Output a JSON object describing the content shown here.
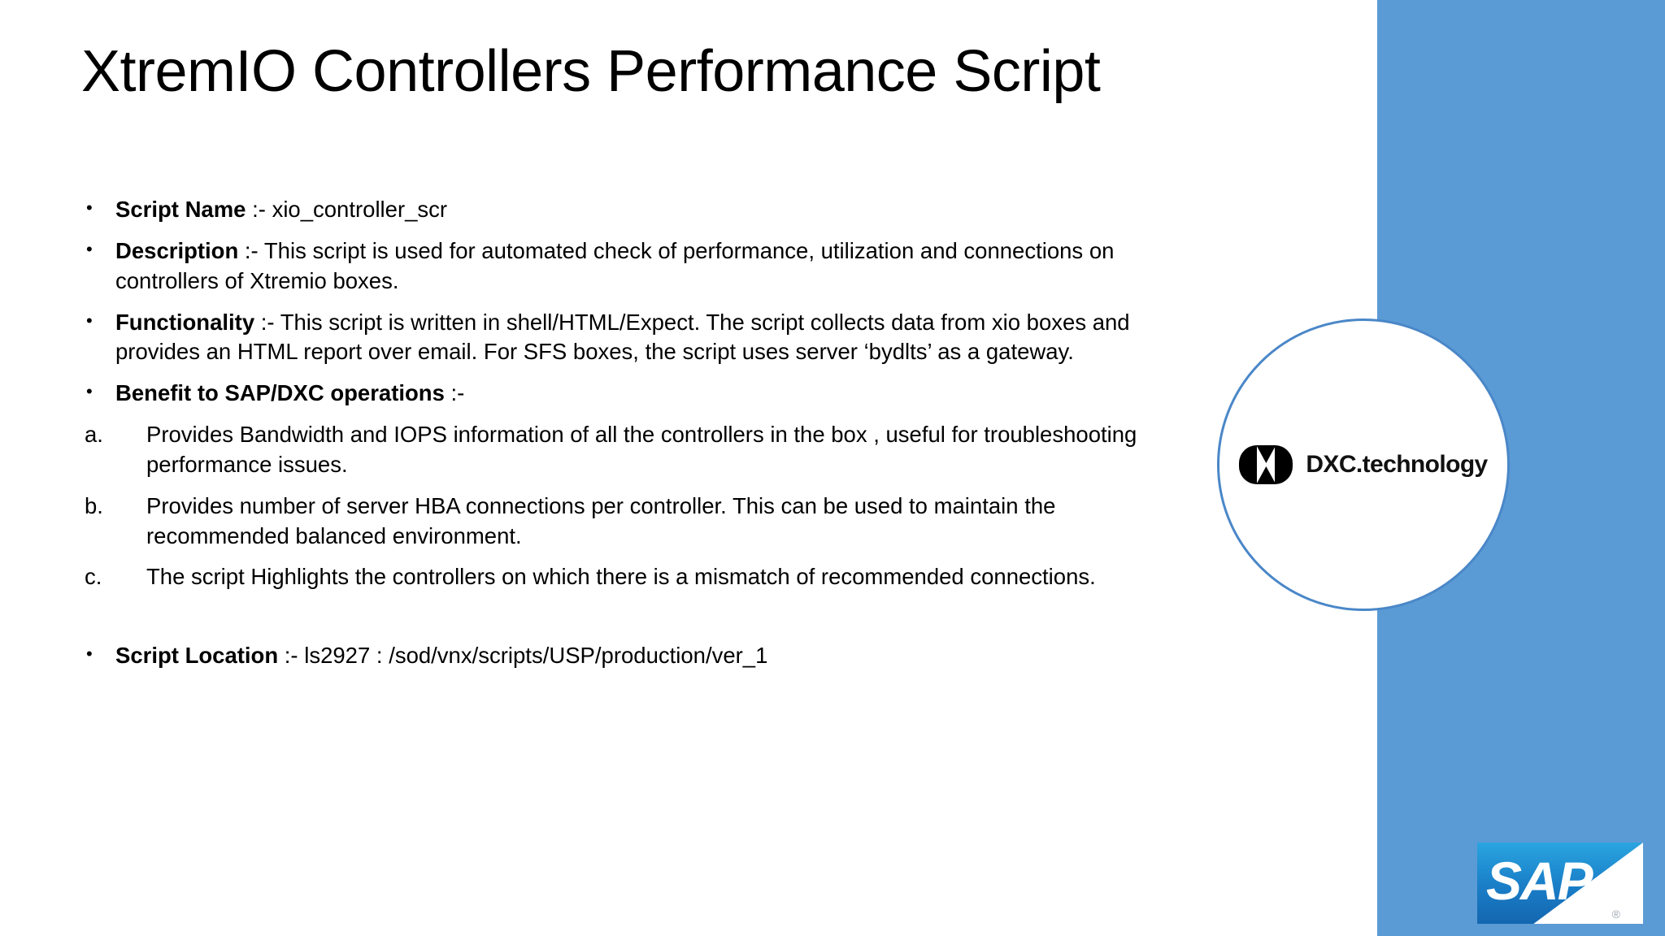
{
  "slide": {
    "title": "XtremIO Controllers Performance Script",
    "accent_color": "#5b9bd5",
    "background_color": "#ffffff"
  },
  "content": {
    "bullets": [
      {
        "marker": "•",
        "label": "Script Name",
        "text": " :- xio_controller_scr"
      },
      {
        "marker": "•",
        "label": "Description",
        "text": " :- This script is used for automated check of performance, utilization and connections on controllers of Xtremio boxes."
      },
      {
        "marker": "•",
        "label": "Functionality",
        "text": " :- This script is written in shell/HTML/Expect. The script collects data from xio boxes and provides an HTML report over email. For SFS boxes, the script uses server ‘bydlts’ as a gateway."
      },
      {
        "marker": "•",
        "label": "Benefit to SAP/DXC operations",
        "text": " :-"
      }
    ],
    "alpha_items": [
      {
        "marker": "a.",
        "text": "Provides Bandwidth and IOPS information of all the controllers in the box , useful for troubleshooting performance issues."
      },
      {
        "marker": "b.",
        "text": "Provides number of server HBA connections per controller. This can be used to maintain the recommended balanced environment."
      },
      {
        "marker": "c.",
        "text": "The script Highlights the controllers on which there is a mismatch of recommended connections."
      }
    ],
    "footer_bullet": {
      "marker": "•",
      "label": "Script Location",
      "text": " :-  ls2927 : /sod/vnx/scripts/USP/production/ver_1"
    }
  },
  "logos": {
    "dxc": {
      "wordmark": "DXC.technology",
      "ring_color": "#4a87c8"
    },
    "sap": {
      "wordmark": "SAP",
      "registered": "®"
    }
  }
}
